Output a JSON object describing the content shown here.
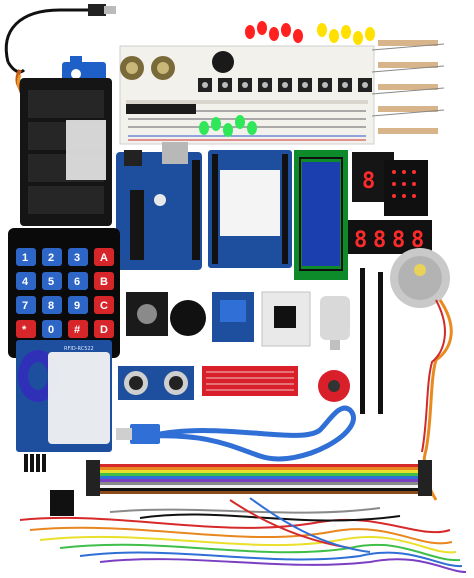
{
  "image": {
    "subject": "Arduino electronics starter kit component layout",
    "keypad_keys": [
      "1",
      "2",
      "3",
      "A",
      "4",
      "5",
      "6",
      "B",
      "7",
      "8",
      "9",
      "C",
      "*",
      "0",
      "#",
      "D"
    ],
    "segment_display_digits": [
      "8",
      "8",
      "8",
      "8"
    ],
    "single_segment_digit": "8",
    "rfid_label": "RFID-RC522",
    "colors": {
      "background": "#ffffff",
      "pcb_blue": "#1d4f9e",
      "keypad_blue": "#2e66c8",
      "keypad_red": "#d6262a",
      "led_red": "#ff2020",
      "led_yellow": "#ffe000",
      "led_green": "#2ee85a",
      "lcd_green": "#0d8a2a",
      "lcd_screen": "#1c3fb0"
    }
  }
}
